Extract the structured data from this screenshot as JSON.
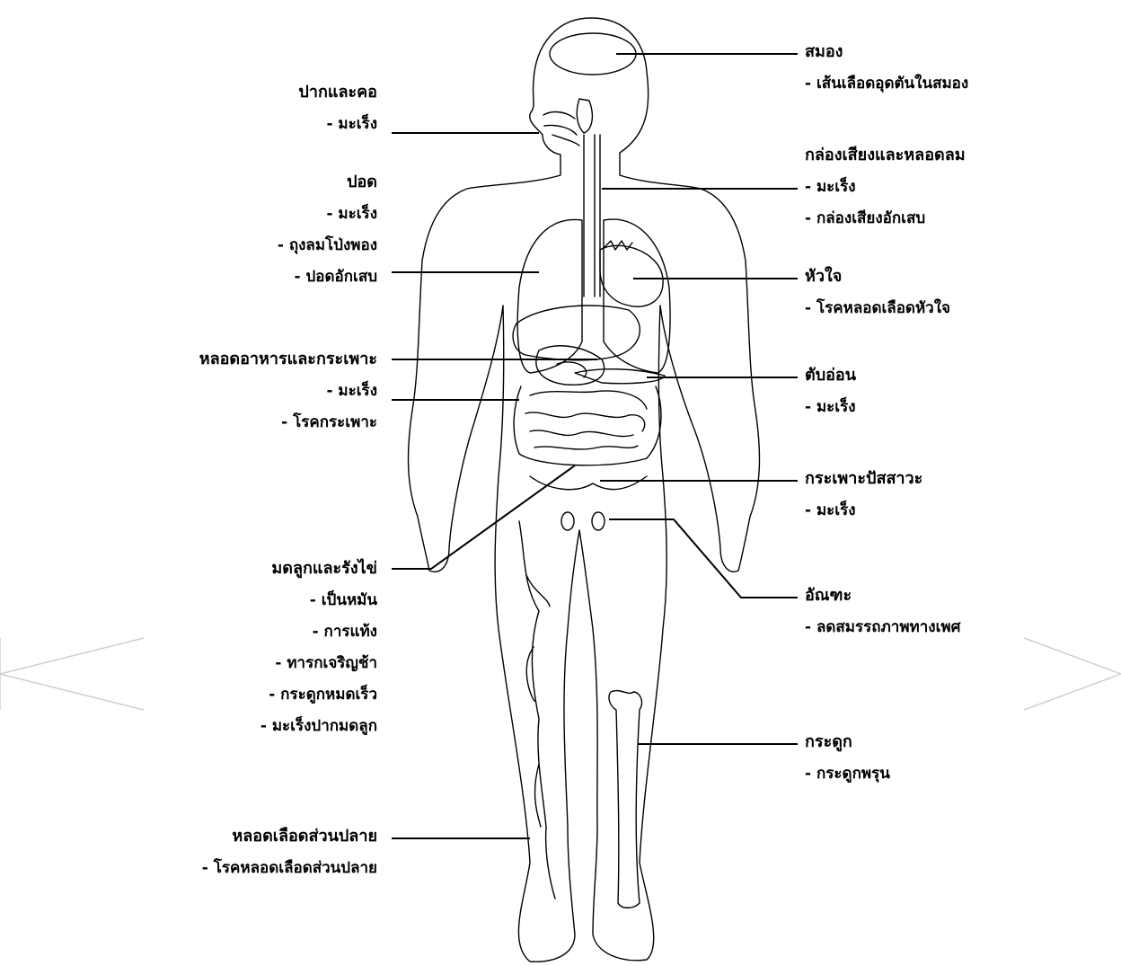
{
  "labels": {
    "brain": {
      "title": "สมอง",
      "items": [
        "- เส้นเลือดอุดตันในสมอง"
      ]
    },
    "larynx": {
      "title": "กล่องเสียงและหลอดลม",
      "items": [
        "- มะเร็ง",
        "- กล่องเสียงอักเสบ"
      ]
    },
    "heart": {
      "title": "หัวใจ",
      "items": [
        "- โรคหลอดเลือดหัวใจ"
      ]
    },
    "pancreas": {
      "title": "ตับอ่อน",
      "items": [
        "- มะเร็ง"
      ]
    },
    "bladder": {
      "title": "กระเพาะปัสสาวะ",
      "items": [
        "- มะเร็ง"
      ]
    },
    "testis": {
      "title": "อัณฑะ",
      "items": [
        "- ลดสมรรถภาพทางเพศ"
      ]
    },
    "bone": {
      "title": "กระดูก",
      "items": [
        "- กระดูกพรุน"
      ]
    },
    "mouth": {
      "title": "ปากและคอ",
      "items": [
        "- มะเร็ง"
      ]
    },
    "lung": {
      "title": "ปอด",
      "items": [
        "- มะเร็ง",
        "- ถุงลมโป่งพอง",
        "- ปอดอักเสบ"
      ]
    },
    "stomach": {
      "title": "หลอดอาหารและกระเพาะ",
      "items": [
        "- มะเร็ง",
        "- โรคกระเพาะ"
      ]
    },
    "uterus": {
      "title": "มดลูกและรังไข่",
      "items": [
        "- เป็นหมัน",
        "- การแท้ง",
        "- ทารกเจริญช้า",
        "- กระดูกหมดเร็ว",
        "- มะเร็งปากมดลูก"
      ]
    },
    "vessels": {
      "title": "หลอดเลือดส่วนปลาย",
      "items": [
        "- โรคหลอดเลือดส่วนปลาย"
      ]
    }
  }
}
